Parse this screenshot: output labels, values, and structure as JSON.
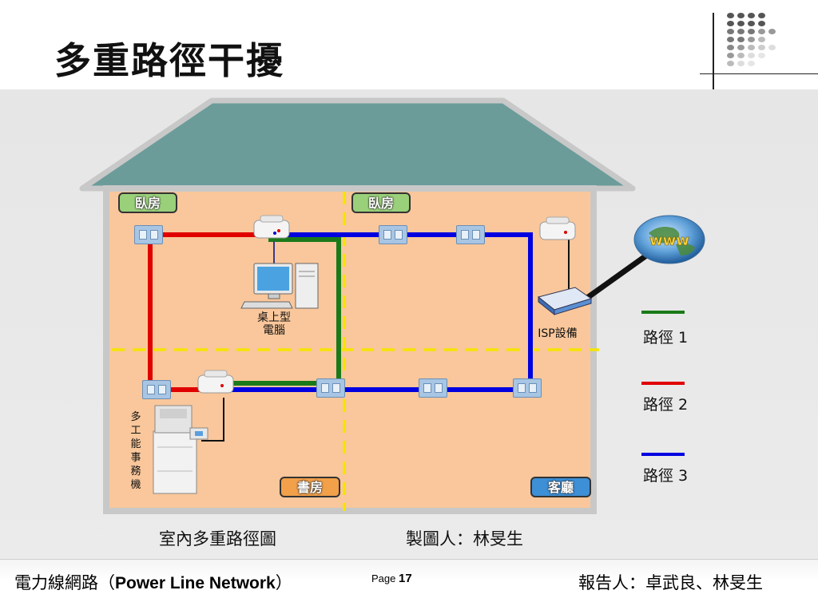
{
  "slide": {
    "title": "多重路徑干擾",
    "footer_left_prefix": "電力線網路（",
    "footer_left_bold": "Power Line Network",
    "footer_left_suffix": "）",
    "page_label": "Page",
    "page_number": "17",
    "footer_right": "報告人：卓武良、林旻生"
  },
  "diagram": {
    "rooms": [
      "臥房",
      "臥房",
      "書房",
      "客廳"
    ],
    "desktop_label_line1": "桌上型",
    "desktop_label_line2": "電腦",
    "isp_label": "ISP設備",
    "printer_label": "多工能事務機",
    "internet_label": "www",
    "caption_left": "室內多重路徑圖",
    "caption_right": "製圖人：林旻生"
  },
  "legend": [
    {
      "label": "路徑 1",
      "color": "#1a7a1a"
    },
    {
      "label": "路徑 2",
      "color": "#e00000"
    },
    {
      "label": "路徑 3",
      "color": "#0000e0"
    }
  ],
  "colors": {
    "roof": "#6b9c9a",
    "wall": "#f9c79b",
    "divider": "#f5e400"
  }
}
